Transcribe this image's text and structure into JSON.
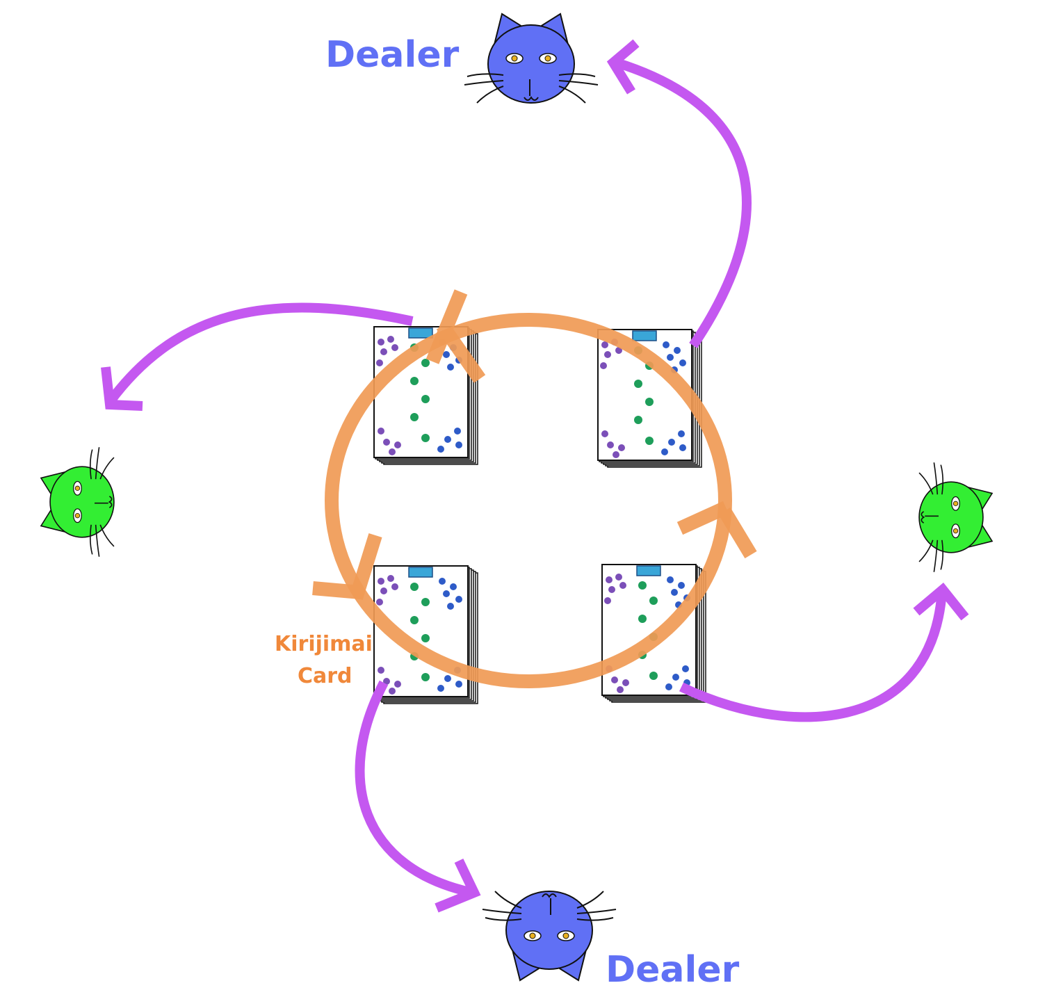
{
  "labels": {
    "dealer_top": "Dealer",
    "dealer_bottom": "Dealer",
    "kirijimai_line1": "Kirijimai",
    "kirijimai_line2": "Card"
  },
  "colors": {
    "dealer_cat": "#6070F5",
    "other_cat": "#33EE33",
    "deal_arrow": "#C458F0",
    "rotation_arrow": "#F09A55",
    "dealer_text": "#6070F5",
    "kirijimai_text": "#F0883A",
    "card_pip_purple": "#7B4FB8",
    "card_pip_green": "#1E9E5A",
    "card_pip_blue": "#2E5BC8"
  },
  "players": [
    {
      "role": "dealer",
      "position": "top",
      "icon": "cat-face-icon"
    },
    {
      "role": "player",
      "position": "left",
      "icon": "cat-face-icon"
    },
    {
      "role": "player",
      "position": "right",
      "icon": "cat-face-icon"
    },
    {
      "role": "dealer",
      "position": "bottom",
      "icon": "cat-face-icon"
    }
  ],
  "card_stacks": [
    "top-left",
    "top-right",
    "bottom-left",
    "bottom-right"
  ]
}
